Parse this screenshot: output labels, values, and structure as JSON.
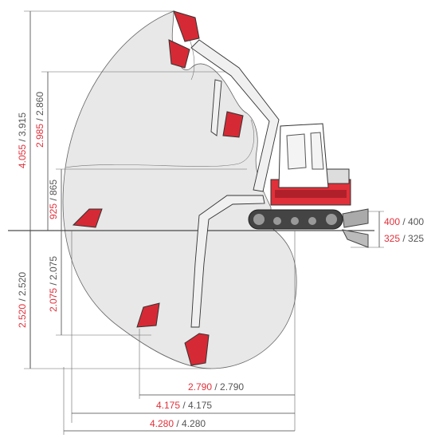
{
  "colors": {
    "accent": "#e0303a",
    "secondary": "#555555",
    "envelope": "#e8e8e8"
  },
  "vertical_dims": [
    {
      "red": "4.055",
      "sep": " / ",
      "grey": "3.915"
    },
    {
      "red": "2.985",
      "sep": " / ",
      "grey": "2.860"
    },
    {
      "red": "925",
      "sep": " / ",
      "grey": "865"
    },
    {
      "red": "2.520",
      "sep": " / ",
      "grey": "2.520"
    },
    {
      "red": "2.075",
      "sep": " / ",
      "grey": "2.075"
    }
  ],
  "right_dims": [
    {
      "red": "400",
      "sep": " / ",
      "grey": "400"
    },
    {
      "red": "325",
      "sep": " / ",
      "grey": "325"
    }
  ],
  "horizontal_dims": [
    {
      "red": "2.790",
      "sep": " / ",
      "grey": "2.790"
    },
    {
      "red": "4.175",
      "sep": " / ",
      "grey": "4.175"
    },
    {
      "red": "4.280",
      "sep": " / ",
      "grey": "4.280"
    }
  ]
}
